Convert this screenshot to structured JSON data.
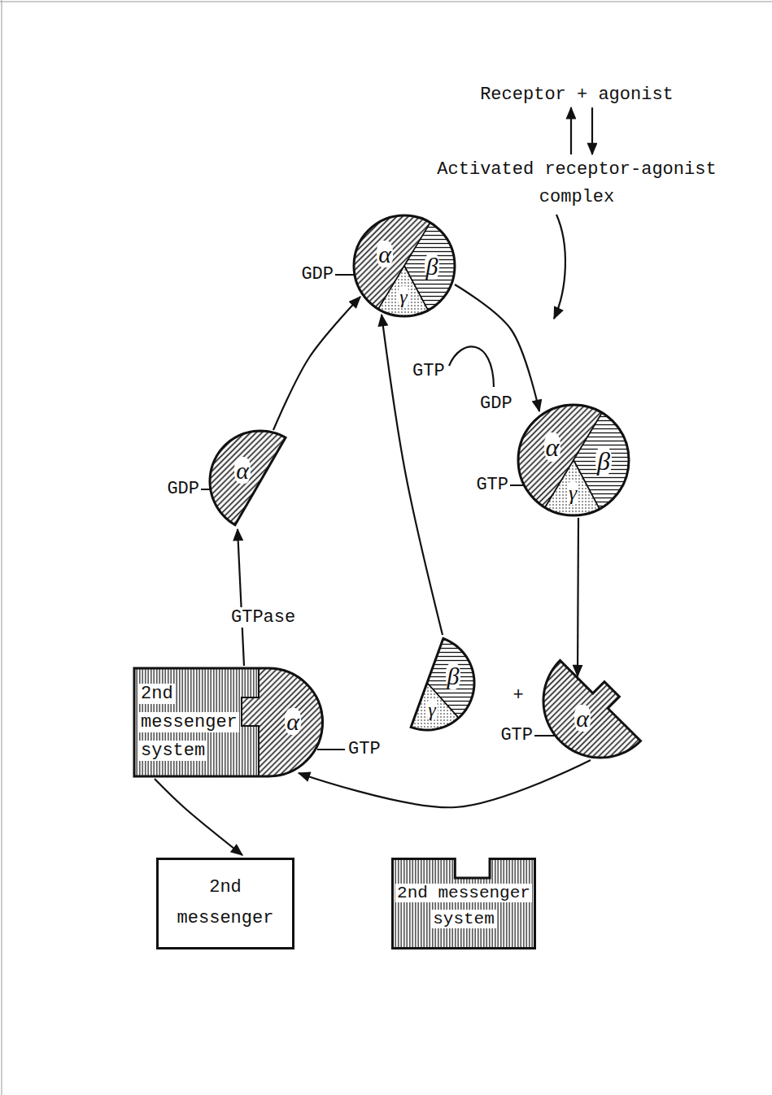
{
  "diagram": {
    "nodes": [
      {
        "text": [
          "Receptor + agonist"
        ]
      },
      {
        "text": [
          "Activated receptor-agonist complex"
        ]
      },
      {
        "text": [
          "α",
          "β",
          "γ",
          "GDP"
        ]
      },
      {
        "text": [
          "α",
          "β",
          "γ",
          "GTP"
        ]
      },
      {
        "text": [
          "α",
          "GDP"
        ]
      },
      {
        "text": [
          "β",
          "γ"
        ]
      },
      {
        "text": [
          "α",
          "GTP"
        ]
      },
      {
        "text": [
          "2nd messenger system",
          "α",
          "GTP"
        ]
      },
      {
        "text": [
          "2nd messenger"
        ]
      },
      {
        "text": [
          "2nd messenger system"
        ]
      }
    ],
    "edges": [
      {
        "from": 0,
        "to": 1,
        "arrow": "to"
      },
      {
        "from": 1,
        "to": 0,
        "arrow": "to"
      },
      {
        "from": 2,
        "to": 3,
        "arrow": "to"
      },
      {
        "from": 3,
        "to": 6,
        "arrow": "to"
      },
      {
        "from": 6,
        "to": 7,
        "arrow": "to"
      },
      {
        "from": 7,
        "to": 4,
        "arrow": "to",
        "label": "GTPase"
      },
      {
        "from": 4,
        "to": 2,
        "arrow": "to"
      },
      {
        "from": 5,
        "to": 2,
        "arrow": "to"
      },
      {
        "from": 7,
        "to": 8,
        "arrow": "to"
      }
    ],
    "labels": [
      "GTP",
      "GDP",
      "+"
    ]
  }
}
